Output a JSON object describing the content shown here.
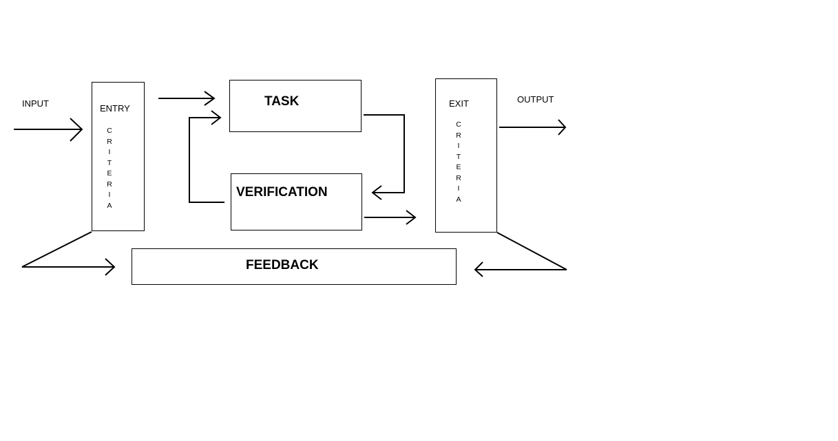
{
  "labels": {
    "input": "INPUT",
    "output": "OUTPUT",
    "entry": "ENTRY",
    "entry_criteria": "CRITERIA",
    "exit": "EXIT",
    "exit_criteria": "CRITERIA",
    "task": "TASK",
    "verification": "VERIFICATION",
    "feedback": "FEEDBACK"
  }
}
